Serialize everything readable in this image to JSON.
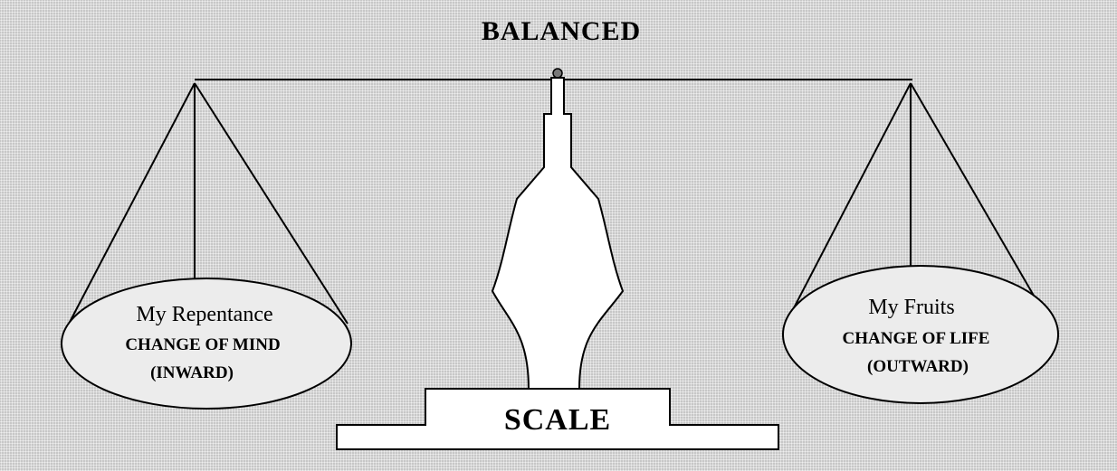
{
  "diagram": {
    "title": "BALANCED",
    "base_label": "SCALE",
    "left_pan": {
      "line1": "My Repentance",
      "line2": "CHANGE OF MIND",
      "line3": "(INWARD)"
    },
    "right_pan": {
      "line1": "My Fruits",
      "line2": "CHANGE OF LIFE",
      "line3": "(OUTWARD)"
    }
  }
}
